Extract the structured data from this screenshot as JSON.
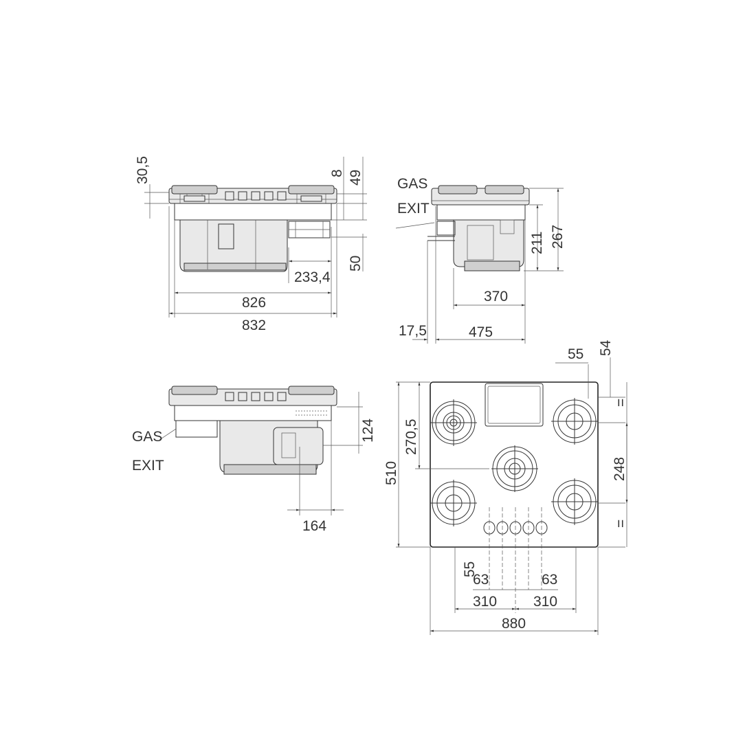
{
  "colors": {
    "line": "#333333",
    "background": "#ffffff"
  },
  "front_view": {
    "dim_30_5": "30,5",
    "dim_8": "8",
    "dim_49": "49",
    "dim_50": "50",
    "dim_233_4": "233,4",
    "dim_826": "826",
    "dim_832": "832"
  },
  "side_view": {
    "gas_label": "GAS",
    "exit_label": "EXIT",
    "dim_211": "211",
    "dim_267": "267",
    "dim_370": "370",
    "dim_17_5": "17,5",
    "dim_475": "475"
  },
  "rear_view": {
    "gas_label": "GAS",
    "exit_label": "EXIT",
    "dim_124": "124",
    "dim_164": "164"
  },
  "top_view": {
    "dim_55_top": "55",
    "dim_54": "54",
    "eq_top": "=",
    "dim_270_5": "270,5",
    "dim_510": "510",
    "dim_248": "248",
    "eq_bottom": "=",
    "dim_55_bottom": "55",
    "dim_63_left": "63",
    "dim_63_right": "63",
    "dim_310_left": "310",
    "dim_310_right": "310",
    "dim_880": "880"
  }
}
